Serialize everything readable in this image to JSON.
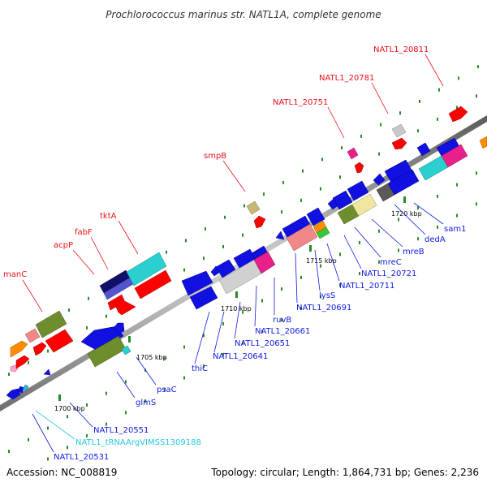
{
  "title": "Prochlorococcus marinus str. NATL1A, complete genome",
  "footer": {
    "accession": "Accession: NC_008819",
    "summary": "Topology: circular; Length: 1,864,731 bp; Genes: 2,236"
  },
  "scale_ticks": [
    "1700 kbp",
    "1705 kbp",
    "1710 kbp",
    "1715 kbp",
    "1720 kbp"
  ],
  "upper_labels": [
    "manC",
    "acpP",
    "fabF",
    "tktA",
    "smpB",
    "NATL1_20751",
    "NATL1_20781",
    "NATL1_20811"
  ],
  "lower_labels": [
    "NATL1_20531",
    "NATL1_tRNAArgVIMSS1309188",
    "NATL1_20551",
    "glmS",
    "psaC",
    "thiC",
    "NATL1_20641",
    "NATL1_20651",
    "NATL1_20661",
    "ruvB",
    "NATL1_20691",
    "lysS",
    "NATL1_20711",
    "NATL1_20721",
    "mreC",
    "mreB",
    "dedA",
    "sam1"
  ],
  "colors": {
    "upper_label": "#e8101a",
    "lower_label": "#101ae0",
    "trna_label": "#27c6dc",
    "backbone": "#8a8a8a",
    "tick_mark": "#2a8a2a"
  }
}
